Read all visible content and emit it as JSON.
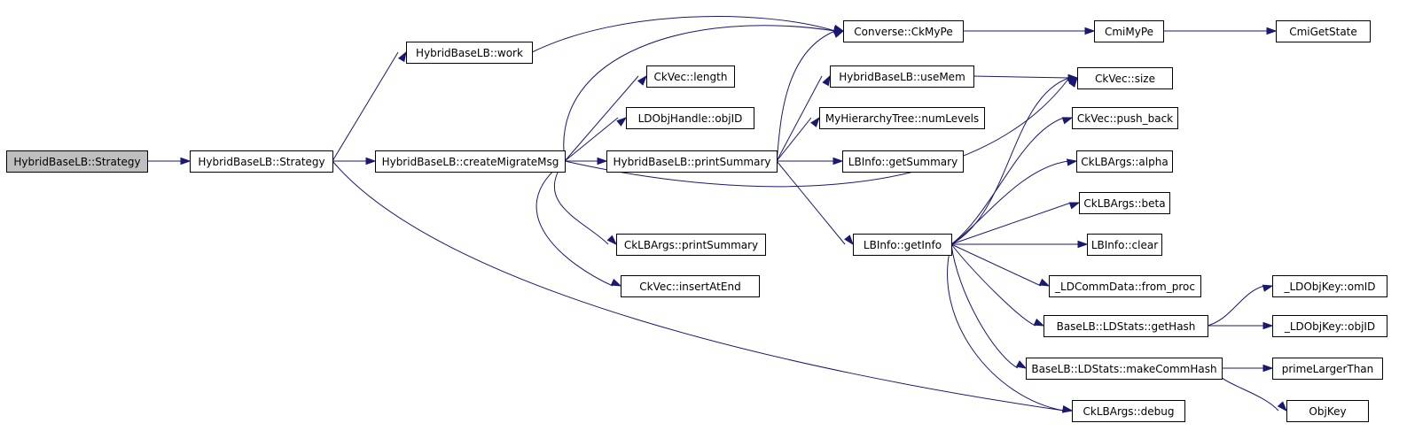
{
  "graph": {
    "colors": {
      "root_fill": "#bfbfbf",
      "node_fill": "#ffffff",
      "edge": "#191970"
    },
    "nodes": [
      {
        "id": "root",
        "label": "HybridBaseLB::Strategy",
        "root": true
      },
      {
        "id": "strategy",
        "label": "HybridBaseLB::Strategy"
      },
      {
        "id": "work",
        "label": "HybridBaseLB::work"
      },
      {
        "id": "createMigrateMsg",
        "label": "HybridBaseLB::createMigrateMsg"
      },
      {
        "id": "ckMyPe",
        "label": "Converse::CkMyPe"
      },
      {
        "id": "cmiMyPe",
        "label": "CmiMyPe"
      },
      {
        "id": "cmiGetState",
        "label": "CmiGetState"
      },
      {
        "id": "length",
        "label": "CkVec::length"
      },
      {
        "id": "objID",
        "label": "LDObjHandle::objID"
      },
      {
        "id": "printSummary",
        "label": "HybridBaseLB::printSummary"
      },
      {
        "id": "useMem",
        "label": "HybridBaseLB::useMem"
      },
      {
        "id": "numLevels",
        "label": "MyHierarchyTree::numLevels"
      },
      {
        "id": "getSummary",
        "label": "LBInfo::getSummary"
      },
      {
        "id": "size",
        "label": "CkVec::size"
      },
      {
        "id": "pushBack",
        "label": "CkVec::push_back"
      },
      {
        "id": "alpha",
        "label": "CkLBArgs::alpha"
      },
      {
        "id": "beta",
        "label": "CkLBArgs::beta"
      },
      {
        "id": "clear",
        "label": "LBInfo::clear"
      },
      {
        "id": "getInfo",
        "label": "LBInfo::getInfo"
      },
      {
        "id": "fromProc",
        "label": "_LDCommData::from_proc"
      },
      {
        "id": "getHash",
        "label": "BaseLB::LDStats::getHash"
      },
      {
        "id": "omID",
        "label": "_LDObjKey::omID"
      },
      {
        "id": "objKeyObjID",
        "label": "_LDObjKey::objID"
      },
      {
        "id": "makeCommHash",
        "label": "BaseLB::LDStats::makeCommHash"
      },
      {
        "id": "primeLargerThan",
        "label": "primeLargerThan"
      },
      {
        "id": "objKey",
        "label": "ObjKey"
      },
      {
        "id": "argsPrintSummary",
        "label": "CkLBArgs::printSummary"
      },
      {
        "id": "insertAtEnd",
        "label": "CkVec::insertAtEnd"
      },
      {
        "id": "debug",
        "label": "CkLBArgs::debug"
      }
    ],
    "edges": [
      [
        "root",
        "strategy"
      ],
      [
        "strategy",
        "work"
      ],
      [
        "strategy",
        "createMigrateMsg"
      ],
      [
        "strategy",
        "debug"
      ],
      [
        "work",
        "ckMyPe"
      ],
      [
        "createMigrateMsg",
        "ckMyPe"
      ],
      [
        "createMigrateMsg",
        "length"
      ],
      [
        "createMigrateMsg",
        "objID"
      ],
      [
        "createMigrateMsg",
        "printSummary"
      ],
      [
        "createMigrateMsg",
        "size"
      ],
      [
        "createMigrateMsg",
        "argsPrintSummary"
      ],
      [
        "createMigrateMsg",
        "insertAtEnd"
      ],
      [
        "ckMyPe",
        "cmiMyPe"
      ],
      [
        "cmiMyPe",
        "cmiGetState"
      ],
      [
        "printSummary",
        "ckMyPe"
      ],
      [
        "printSummary",
        "useMem"
      ],
      [
        "printSummary",
        "numLevels"
      ],
      [
        "printSummary",
        "getSummary"
      ],
      [
        "printSummary",
        "getInfo"
      ],
      [
        "useMem",
        "size"
      ],
      [
        "getInfo",
        "size"
      ],
      [
        "getInfo",
        "pushBack"
      ],
      [
        "getInfo",
        "alpha"
      ],
      [
        "getInfo",
        "beta"
      ],
      [
        "getInfo",
        "clear"
      ],
      [
        "getInfo",
        "fromProc"
      ],
      [
        "getInfo",
        "getHash"
      ],
      [
        "getInfo",
        "makeCommHash"
      ],
      [
        "getInfo",
        "debug"
      ],
      [
        "getHash",
        "omID"
      ],
      [
        "getHash",
        "objKeyObjID"
      ],
      [
        "makeCommHash",
        "primeLargerThan"
      ],
      [
        "makeCommHash",
        "objKey"
      ]
    ]
  }
}
